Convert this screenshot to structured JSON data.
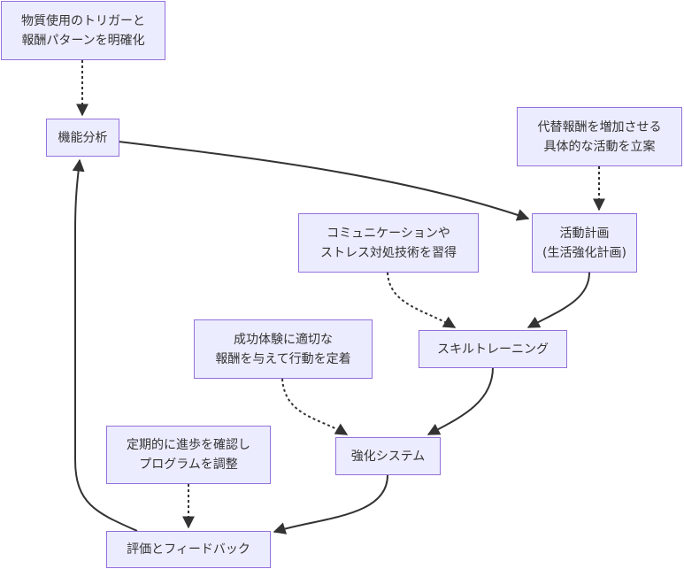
{
  "diagram": {
    "type": "flowchart",
    "colors": {
      "node_fill": "#ececff",
      "node_border": "#9370db",
      "text": "#333333",
      "edge": "#333333"
    },
    "nodes": {
      "identify": {
        "lines": [
          "物質使用のトリガーと",
          "報酬パターンを明確化"
        ]
      },
      "analysis": {
        "lines": [
          "機能分析"
        ]
      },
      "alt_reward": {
        "lines": [
          "代替報酬を増加させる",
          "具体的な活動を立案"
        ]
      },
      "activity_plan": {
        "lines": [
          "活動計画",
          "(生活強化計画)"
        ]
      },
      "skills_desc": {
        "lines": [
          "コミュニケーションや",
          "ストレス対処技術を習得"
        ]
      },
      "skill_training": {
        "lines": [
          "スキルトレーニング"
        ]
      },
      "reinforce_desc": {
        "lines": [
          "成功体験に適切な",
          "報酬を与えて行動を定着"
        ]
      },
      "reinforcement": {
        "lines": [
          "強化システム"
        ]
      },
      "review_desc": {
        "lines": [
          "定期的に進歩を確認し",
          "プログラムを調整"
        ]
      },
      "feedback": {
        "lines": [
          "評価とフィードバック"
        ]
      }
    },
    "edges": [
      {
        "from": "identify",
        "to": "analysis",
        "style": "dotted"
      },
      {
        "from": "analysis",
        "to": "activity_plan",
        "style": "solid"
      },
      {
        "from": "alt_reward",
        "to": "activity_plan",
        "style": "dotted"
      },
      {
        "from": "activity_plan",
        "to": "skill_training",
        "style": "solid"
      },
      {
        "from": "skills_desc",
        "to": "skill_training",
        "style": "dotted"
      },
      {
        "from": "skill_training",
        "to": "reinforcement",
        "style": "solid"
      },
      {
        "from": "reinforce_desc",
        "to": "reinforcement",
        "style": "dotted"
      },
      {
        "from": "reinforcement",
        "to": "feedback",
        "style": "solid"
      },
      {
        "from": "review_desc",
        "to": "feedback",
        "style": "dotted"
      },
      {
        "from": "feedback",
        "to": "analysis",
        "style": "solid"
      }
    ]
  }
}
